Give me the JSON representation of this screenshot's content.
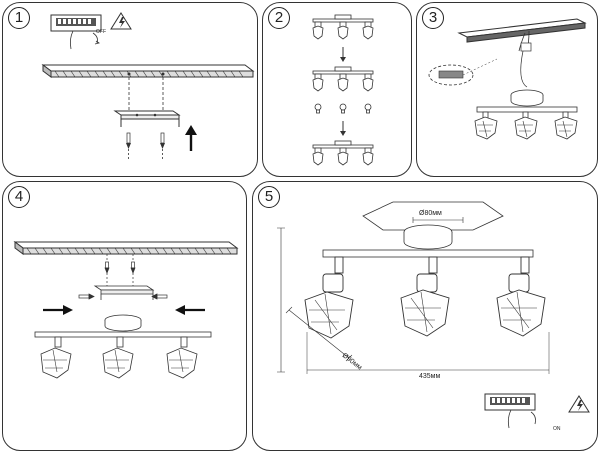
{
  "steps": [
    {
      "number": "1",
      "switch_label": "OFF"
    },
    {
      "number": "2"
    },
    {
      "number": "3"
    },
    {
      "number": "4"
    },
    {
      "number": "5",
      "switch_label": "ON",
      "canopy_diameter": "Ø80мм",
      "shade_diameter": "Ø90мм",
      "total_length": "435мм"
    }
  ],
  "colors": {
    "line": "#333333",
    "fill": "#ffffff"
  },
  "icons": [
    "breaker-box-icon",
    "electric-hazard-icon",
    "up-arrow-icon",
    "screw-icon",
    "left-arrow-icon",
    "right-arrow-icon"
  ]
}
